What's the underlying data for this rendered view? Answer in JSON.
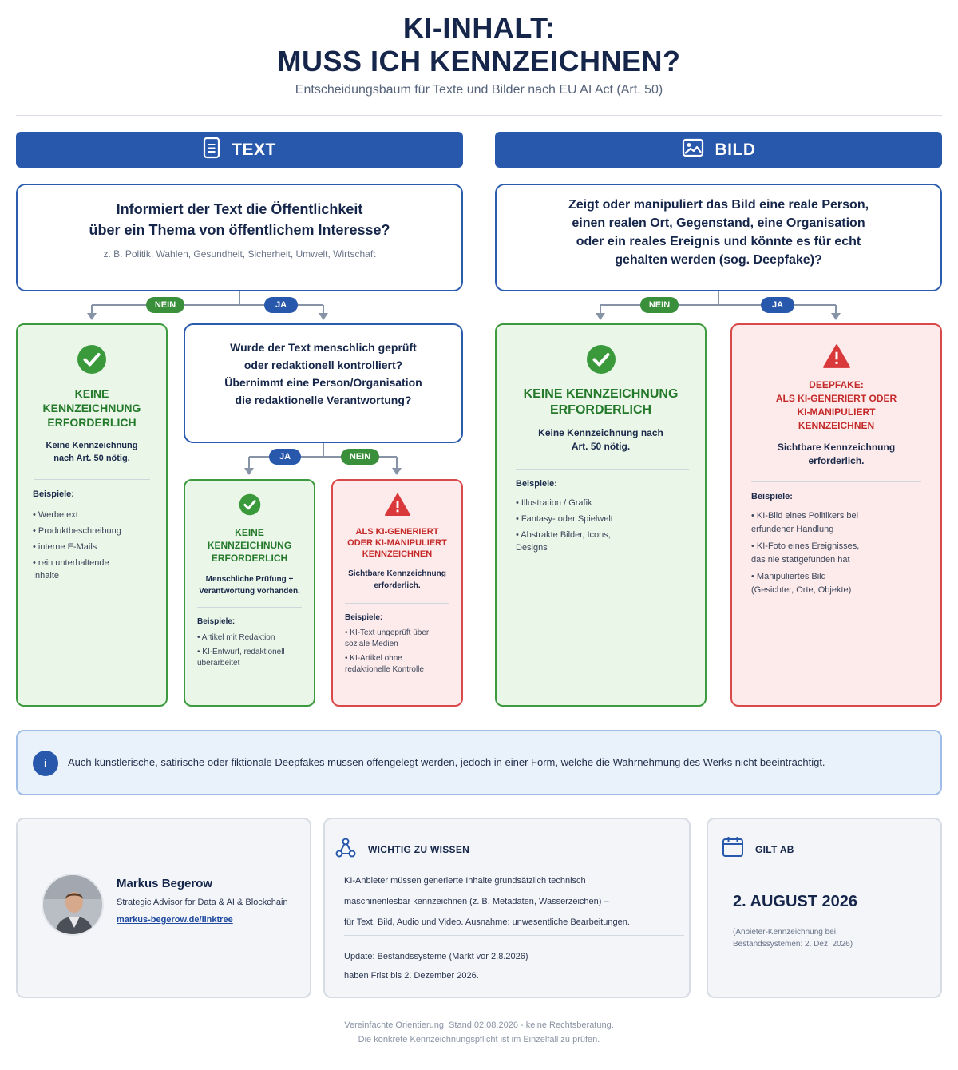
{
  "title": {
    "line1": "KI-INHALT:",
    "line2": "MUSS ICH KENNZEICHNEN?"
  },
  "subtitle": "Entscheidungsbaum für Texte und Bilder nach EU AI Act (Art. 50)",
  "text_column": {
    "header": "TEXT",
    "question": {
      "line1": "Informiert der Text die Öffentlichkeit",
      "line2": "über ein Thema von öffentlichem Interesse?",
      "hint": "z. B. Politik, Wahlen, Gesundheit, Sicherheit, Umwelt, Wirtschaft"
    },
    "no_label": "NEIN",
    "yes_label": "JA",
    "no_result": {
      "title": [
        "KEINE",
        "KENNZEICHNUNG",
        "ERFORDERLICH"
      ],
      "sub": [
        "Keine Kennzeichnung",
        "nach Art. 50 nötig."
      ],
      "examples_label": "Beispiele:",
      "examples": [
        "• Werbetext",
        "• Produktbeschreibung",
        "• interne E-Mails",
        "• rein unterhaltende",
        "Inhalte"
      ]
    },
    "question2": {
      "lines": [
        "Wurde der Text menschlich geprüft",
        "oder redaktionell kontrolliert?",
        "Übernimmt eine Person/Organisation",
        "die redaktionelle Verantwortung?"
      ]
    },
    "yes_label2": "JA",
    "no_label2": "NEIN",
    "yes_result": {
      "title": [
        "KEINE",
        "KENNZEICHNUNG",
        "ERFORDERLICH"
      ],
      "sub": [
        "Menschliche Prüfung +",
        "Verantwortung vorhanden."
      ],
      "examples_label": "Beispiele:",
      "examples": [
        "• Artikel mit Redaktion",
        "• KI-Entwurf, redaktionell",
        "überarbeitet"
      ]
    },
    "no_result2": {
      "title": [
        "ALS KI-GENERIERT",
        "ODER KI-MANIPULIERT",
        "KENNZEICHNEN"
      ],
      "sub": [
        "Sichtbare Kennzeichnung",
        "erforderlich."
      ],
      "examples_label": "Beispiele:",
      "examples": [
        "• KI-Text ungeprüft über",
        "soziale Medien",
        "• KI-Artikel ohne",
        "redaktionelle Kontrolle"
      ]
    }
  },
  "image_column": {
    "header": "BILD",
    "question": {
      "lines": [
        "Zeigt oder manipuliert das Bild eine reale Person,",
        "einen realen Ort, Gegenstand, eine Organisation",
        "oder ein reales Ereignis und könnte es für echt",
        "gehalten werden (sog. Deepfake)?"
      ]
    },
    "no_label": "NEIN",
    "yes_label": "JA",
    "no_result": {
      "title": [
        "KEINE KENNZEICHNUNG",
        "ERFORDERLICH"
      ],
      "sub": [
        "Keine Kennzeichnung nach",
        "Art. 50 nötig."
      ],
      "examples_label": "Beispiele:",
      "examples": [
        "• Illustration / Grafik",
        "• Fantasy- oder Spielwelt",
        "• Abstrakte Bilder, Icons,",
        "Designs"
      ]
    },
    "yes_result": {
      "title": [
        "DEEPFAKE:",
        "ALS KI-GENERIERT ODER",
        "KI-MANIPULIERT",
        "KENNZEICHNEN"
      ],
      "sub": [
        "Sichtbare Kennzeichnung",
        "erforderlich."
      ],
      "examples_label": "Beispiele:",
      "examples": [
        "• KI-Bild eines Politikers bei",
        "erfundener Handlung",
        "• KI-Foto eines Ereignisses,",
        "das nie stattgefunden hat",
        "• Manipuliertes Bild",
        "(Gesichter, Orte, Objekte)"
      ]
    }
  },
  "info_note": "Auch künstlerische, satirische oder fiktionale Deepfakes müssen offengelegt werden, jedoch in einer Form, welche die Wahrnehmung des Werks nicht beeinträchtigt.",
  "author": {
    "name": "Markus Begerow",
    "role": "Strategic Advisor for Data & AI & Blockchain",
    "link": "markus-begerow.de/linktree"
  },
  "important": {
    "title": "WICHTIG ZU WISSEN",
    "lines": [
      "KI-Anbieter müssen generierte Inhalte grundsätzlich technisch",
      "maschinenlesbar kennzeichnen (z. B. Metadaten, Wasserzeichen) –",
      "für Text, Bild, Audio und Video. Ausnahme: unwesentliche Bearbeitungen."
    ],
    "update": [
      "Update: Bestandssysteme (Markt vor 2.8.2026)",
      "haben Frist bis 2. Dezember 2026."
    ]
  },
  "valid_from": {
    "title": "GILT AB",
    "date": "2. AUGUST 2026",
    "note": [
      "(Anbieter-Kennzeichnung bei",
      "Bestandssystemen: 2. Dez. 2026)"
    ]
  },
  "footer": [
    "Vereinfachte Orientierung, Stand 02.08.2026 - keine Rechtsberatung.",
    "Die konkrete Kennzeichnungspflicht ist im Einzelfall zu prüfen."
  ],
  "icons": {
    "text_header": "document-icon",
    "image_header": "image-icon",
    "check": "check-circle-icon",
    "warning": "warning-triangle-icon",
    "info": "info-icon",
    "network": "network-icon",
    "calendar": "calendar-icon"
  },
  "colors": {
    "primary_blue": "#2858ac",
    "green": "#3d9a3e",
    "red": "#d9494a",
    "dark_navy": "#15264a"
  }
}
